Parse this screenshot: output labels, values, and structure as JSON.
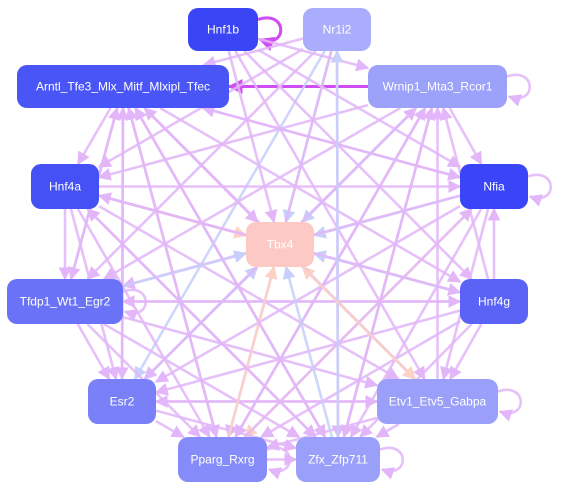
{
  "nodes": [
    {
      "id": "hnf1b",
      "label": "Hnf1b",
      "color": "#3a45f5",
      "text_color": "#ffffff"
    },
    {
      "id": "nr1i2",
      "label": "Nr1i2",
      "color": "#a9adfb",
      "text_color": "#000000"
    },
    {
      "id": "arntl",
      "label": "Arntl_Tfe3_Mlx_Mitf_Mlxipl_Tfec",
      "color": "#4a55f6",
      "text_color": "#ffffff"
    },
    {
      "id": "wrnip1",
      "label": "Wrnip1_Mta3_Rcor1",
      "color": "#9ca1f9",
      "text_color": "#000000"
    },
    {
      "id": "hnf4a",
      "label": "Hnf4a",
      "color": "#4550f5",
      "text_color": "#ffffff"
    },
    {
      "id": "nfia",
      "label": "Nfia",
      "color": "#3945f6",
      "text_color": "#ffffff"
    },
    {
      "id": "tbx4",
      "label": "Tbx4",
      "color": "#fcc9c4",
      "text_color": "#000000"
    },
    {
      "id": "tfdp1",
      "label": "Tfdp1_Wt1_Egr2",
      "color": "#6a73f7",
      "text_color": "#ffffff"
    },
    {
      "id": "hnf4g",
      "label": "Hnf4g",
      "color": "#5a63f6",
      "text_color": "#ffffff"
    },
    {
      "id": "esr2",
      "label": "Esr2",
      "color": "#7980f8",
      "text_color": "#000000"
    },
    {
      "id": "etv1",
      "label": "Etv1_Etv5_Gabpa",
      "color": "#9aa0f9",
      "text_color": "#000000"
    },
    {
      "id": "pparg",
      "label": "Pparg_Rxrg",
      "color": "#858cf9",
      "text_color": "#000000"
    },
    {
      "id": "zfx",
      "label": "Zfx_Zfp711",
      "color": "#9aa0f9",
      "text_color": "#000000"
    }
  ],
  "edge_colors": {
    "violet": "#e2b6f8",
    "blue": "#c7cffa",
    "orange": "#fcd2c4",
    "strong_magenta": "#cf4df1"
  },
  "edges": [
    {
      "from": "hnf1b",
      "to": "hnf1b",
      "tone": "strong_magenta",
      "self": true
    },
    {
      "from": "wrnip1",
      "to": "arntl",
      "tone": "strong_magenta"
    },
    {
      "from": "arntl",
      "to": "hnf4a",
      "tone": "violet"
    },
    {
      "from": "arntl",
      "to": "nfia",
      "tone": "violet"
    },
    {
      "from": "arntl",
      "to": "tfdp1",
      "tone": "violet"
    },
    {
      "from": "arntl",
      "to": "esr2",
      "tone": "violet"
    },
    {
      "from": "arntl",
      "to": "pparg",
      "tone": "violet"
    },
    {
      "from": "arntl",
      "to": "zfx",
      "tone": "violet"
    },
    {
      "from": "arntl",
      "to": "etv1",
      "tone": "violet"
    },
    {
      "from": "arntl",
      "to": "hnf4g",
      "tone": "violet"
    },
    {
      "from": "arntl",
      "to": "tbx4",
      "tone": "violet"
    },
    {
      "from": "nr1i2",
      "to": "arntl",
      "tone": "violet"
    },
    {
      "from": "nr1i2",
      "to": "tbx4",
      "tone": "blue"
    },
    {
      "from": "nr1i2",
      "to": "pparg",
      "tone": "violet"
    },
    {
      "from": "nr1i2",
      "to": "zfx",
      "tone": "violet"
    },
    {
      "from": "nr1i2",
      "to": "tfdp1",
      "tone": "violet"
    },
    {
      "from": "nr1i2",
      "to": "esr2",
      "tone": "blue"
    },
    {
      "from": "nr1i2",
      "to": "hnf4a",
      "tone": "violet"
    },
    {
      "from": "hnf1b",
      "to": "wrnip1",
      "tone": "violet"
    },
    {
      "from": "hnf1b",
      "to": "tbx4",
      "tone": "violet"
    },
    {
      "from": "hnf1b",
      "to": "nfia",
      "tone": "violet"
    },
    {
      "from": "hnf1b",
      "to": "hnf4g",
      "tone": "violet"
    },
    {
      "from": "hnf1b",
      "to": "etv1",
      "tone": "violet"
    },
    {
      "from": "wrnip1",
      "to": "hnf4a",
      "tone": "violet"
    },
    {
      "from": "wrnip1",
      "to": "tfdp1",
      "tone": "violet"
    },
    {
      "from": "wrnip1",
      "to": "esr2",
      "tone": "violet"
    },
    {
      "from": "wrnip1",
      "to": "pparg",
      "tone": "violet"
    },
    {
      "from": "wrnip1",
      "to": "zfx",
      "tone": "violet"
    },
    {
      "from": "wrnip1",
      "to": "tbx4",
      "tone": "blue"
    },
    {
      "from": "wrnip1",
      "to": "nfia",
      "tone": "violet"
    },
    {
      "from": "wrnip1",
      "to": "wrnip1",
      "tone": "violet",
      "self": true
    },
    {
      "from": "hnf4a",
      "to": "nfia",
      "tone": "violet"
    },
    {
      "from": "hnf4a",
      "to": "tfdp1",
      "tone": "violet"
    },
    {
      "from": "hnf4a",
      "to": "tbx4",
      "tone": "orange"
    },
    {
      "from": "hnf4a",
      "to": "hnf4g",
      "tone": "violet"
    },
    {
      "from": "hnf4a",
      "to": "etv1",
      "tone": "violet"
    },
    {
      "from": "hnf4a",
      "to": "zfx",
      "tone": "violet"
    },
    {
      "from": "hnf4a",
      "to": "pparg",
      "tone": "violet"
    },
    {
      "from": "hnf4a",
      "to": "esr2",
      "tone": "violet"
    },
    {
      "from": "nfia",
      "to": "tbx4",
      "tone": "blue"
    },
    {
      "from": "nfia",
      "to": "tfdp1",
      "tone": "violet"
    },
    {
      "from": "nfia",
      "to": "esr2",
      "tone": "violet"
    },
    {
      "from": "nfia",
      "to": "pparg",
      "tone": "orange"
    },
    {
      "from": "nfia",
      "to": "zfx",
      "tone": "violet"
    },
    {
      "from": "nfia",
      "to": "etv1",
      "tone": "violet"
    },
    {
      "from": "nfia",
      "to": "arntl",
      "tone": "violet"
    },
    {
      "from": "nfia",
      "to": "nfia",
      "tone": "violet",
      "self": true
    },
    {
      "from": "hnf4g",
      "to": "nfia",
      "tone": "violet"
    },
    {
      "from": "hnf4g",
      "to": "tfdp1",
      "tone": "violet"
    },
    {
      "from": "hnf4g",
      "to": "tbx4",
      "tone": "blue"
    },
    {
      "from": "hnf4g",
      "to": "esr2",
      "tone": "violet"
    },
    {
      "from": "hnf4g",
      "to": "pparg",
      "tone": "violet"
    },
    {
      "from": "hnf4g",
      "to": "zfx",
      "tone": "violet"
    },
    {
      "from": "hnf4g",
      "to": "etv1",
      "tone": "violet"
    },
    {
      "from": "hnf4g",
      "to": "hnf4a",
      "tone": "violet"
    },
    {
      "from": "hnf4g",
      "to": "wrnip1",
      "tone": "violet"
    },
    {
      "from": "tfdp1",
      "to": "tfdp1",
      "tone": "violet",
      "self": true
    },
    {
      "from": "tfdp1",
      "to": "tbx4",
      "tone": "blue"
    },
    {
      "from": "tfdp1",
      "to": "esr2",
      "tone": "violet"
    },
    {
      "from": "tfdp1",
      "to": "pparg",
      "tone": "violet"
    },
    {
      "from": "tfdp1",
      "to": "zfx",
      "tone": "violet"
    },
    {
      "from": "tfdp1",
      "to": "etv1",
      "tone": "violet"
    },
    {
      "from": "tfdp1",
      "to": "hnf4g",
      "tone": "violet"
    },
    {
      "from": "tfdp1",
      "to": "arntl",
      "tone": "violet"
    },
    {
      "from": "esr2",
      "to": "tbx4",
      "tone": "blue"
    },
    {
      "from": "esr2",
      "to": "pparg",
      "tone": "violet"
    },
    {
      "from": "esr2",
      "to": "zfx",
      "tone": "violet"
    },
    {
      "from": "esr2",
      "to": "etv1",
      "tone": "violet"
    },
    {
      "from": "esr2",
      "to": "arntl",
      "tone": "violet"
    },
    {
      "from": "esr2",
      "to": "wrnip1",
      "tone": "violet"
    },
    {
      "from": "etv1",
      "to": "tbx4",
      "tone": "orange"
    },
    {
      "from": "etv1",
      "to": "zfx",
      "tone": "violet"
    },
    {
      "from": "etv1",
      "to": "pparg",
      "tone": "violet"
    },
    {
      "from": "etv1",
      "to": "esr2",
      "tone": "violet"
    },
    {
      "from": "etv1",
      "to": "arntl",
      "tone": "violet"
    },
    {
      "from": "etv1",
      "to": "wrnip1",
      "tone": "violet"
    },
    {
      "from": "etv1",
      "to": "etv1",
      "tone": "violet",
      "self": true
    },
    {
      "from": "pparg",
      "to": "pparg",
      "tone": "violet",
      "self": true
    },
    {
      "from": "pparg",
      "to": "tbx4",
      "tone": "orange"
    },
    {
      "from": "pparg",
      "to": "zfx",
      "tone": "violet"
    },
    {
      "from": "pparg",
      "to": "arntl",
      "tone": "violet"
    },
    {
      "from": "pparg",
      "to": "wrnip1",
      "tone": "violet"
    },
    {
      "from": "pparg",
      "to": "nfia",
      "tone": "violet"
    },
    {
      "from": "zfx",
      "to": "zfx",
      "tone": "violet",
      "self": true
    },
    {
      "from": "zfx",
      "to": "tbx4",
      "tone": "blue"
    },
    {
      "from": "zfx",
      "to": "arntl",
      "tone": "violet"
    },
    {
      "from": "zfx",
      "to": "wrnip1",
      "tone": "violet"
    },
    {
      "from": "zfx",
      "to": "hnf4a",
      "tone": "violet"
    },
    {
      "from": "zfx",
      "to": "nr1i2",
      "tone": "blue"
    },
    {
      "from": "tbx4",
      "to": "etv1",
      "tone": "orange"
    }
  ]
}
